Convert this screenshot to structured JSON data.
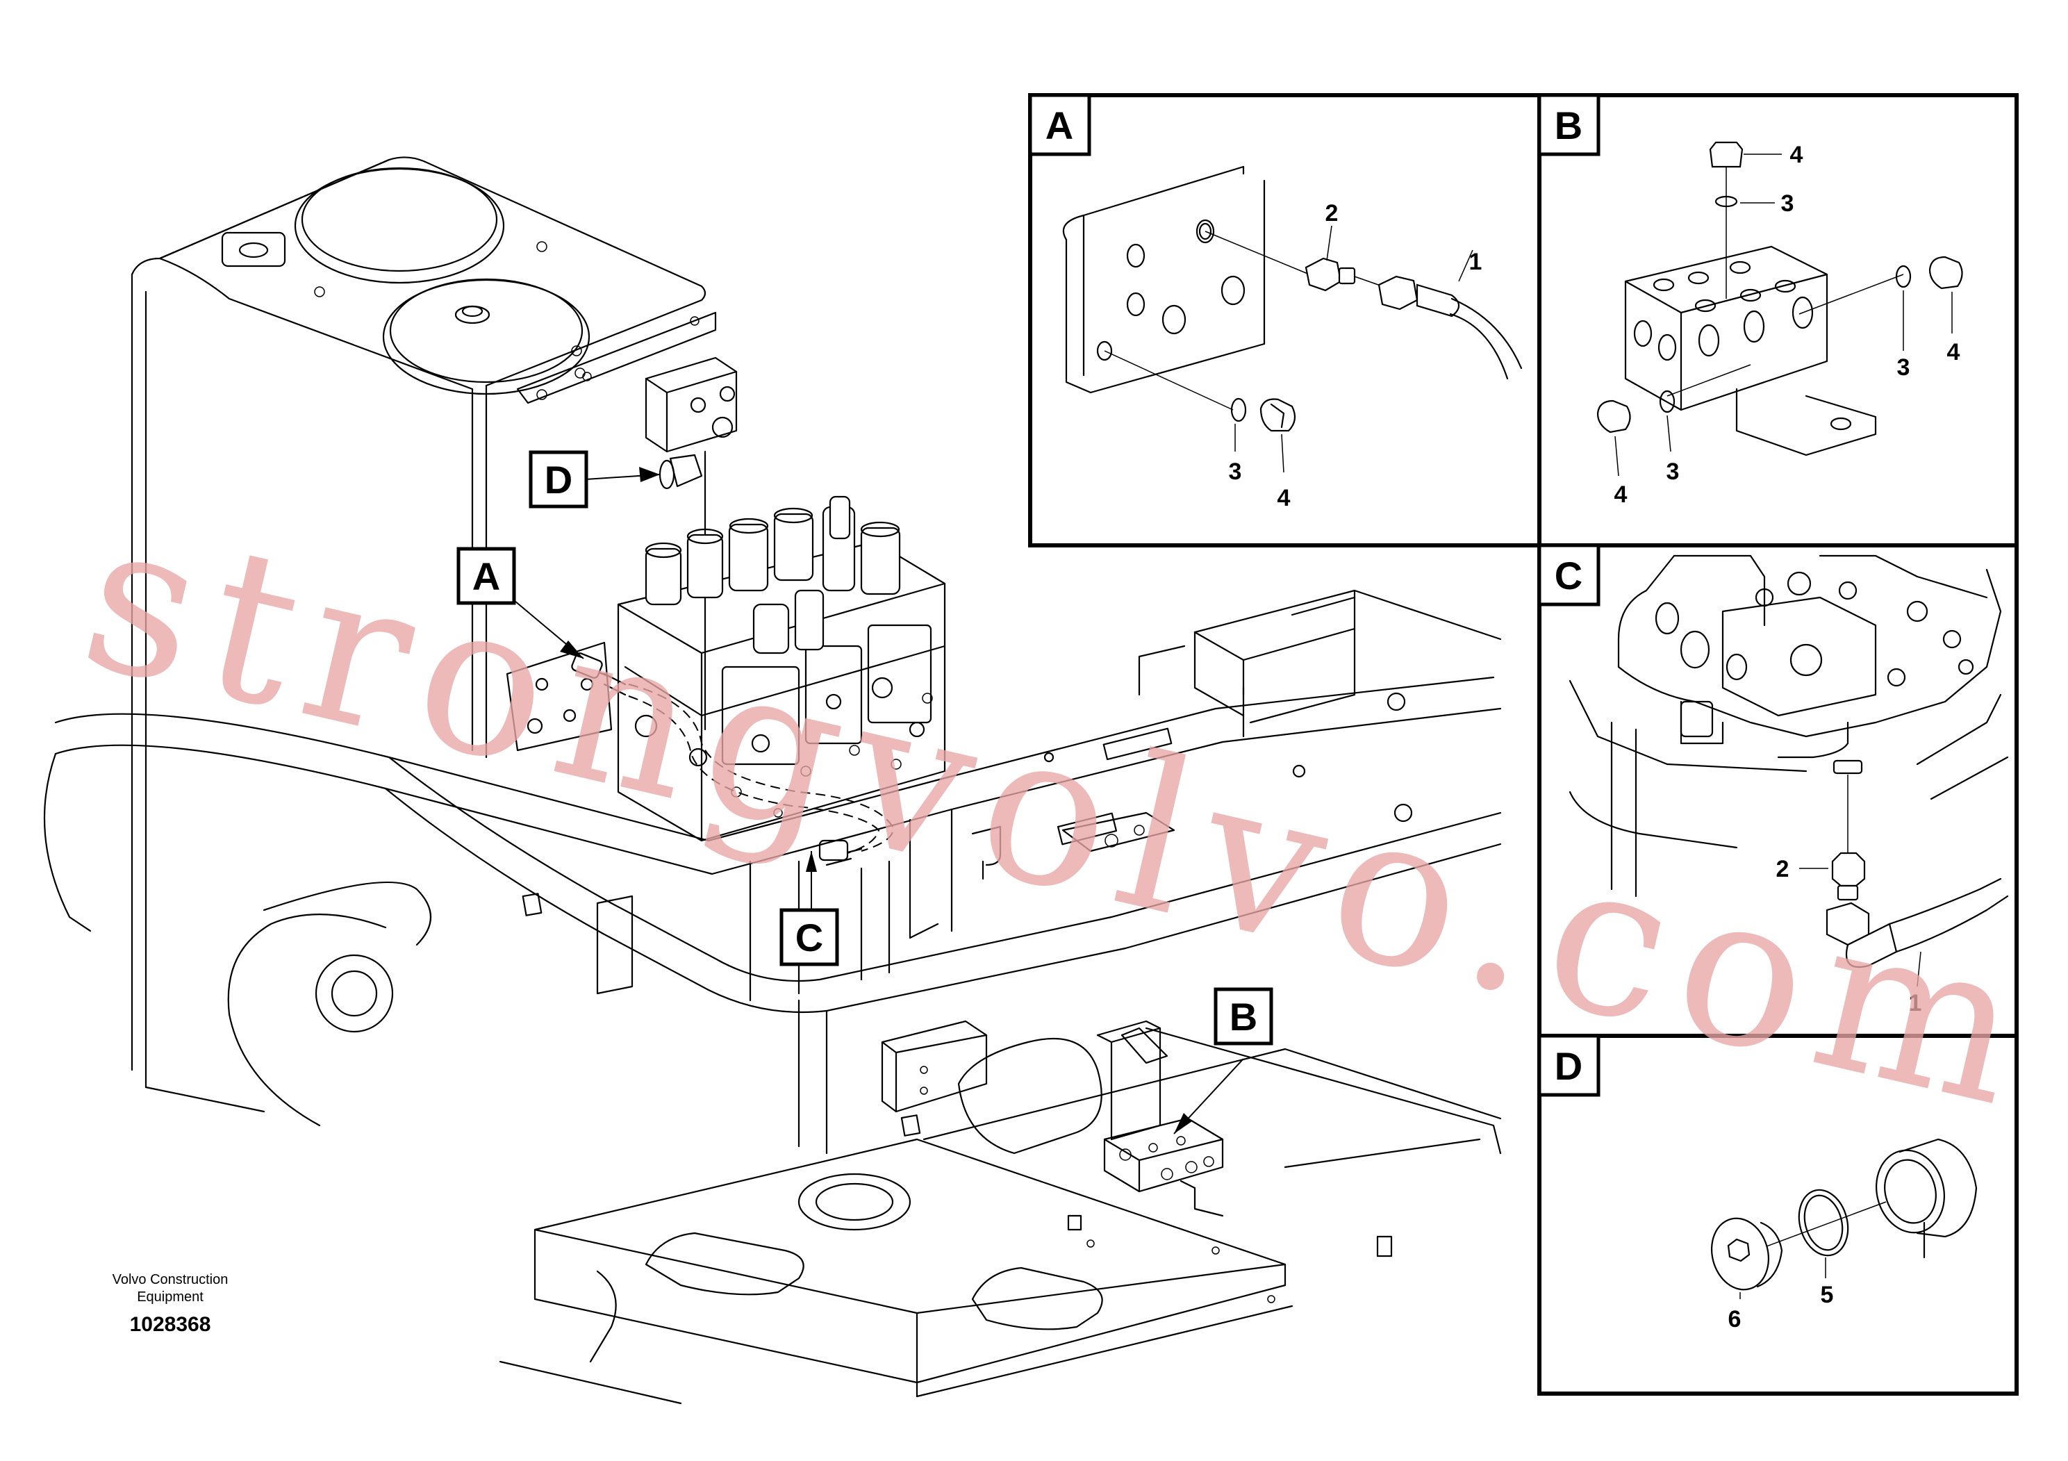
{
  "main_view": {
    "callouts": [
      "A",
      "B",
      "C",
      "D"
    ]
  },
  "detail_panels": [
    {
      "letter": "A",
      "labels": [
        "1",
        "2",
        "3",
        "4"
      ]
    },
    {
      "letter": "B",
      "labels": [
        "4",
        "3",
        "3",
        "4",
        "4",
        "3"
      ]
    },
    {
      "letter": "C",
      "labels": [
        "2",
        "1"
      ]
    },
    {
      "letter": "D",
      "labels": [
        "5",
        "6"
      ]
    }
  ],
  "caption": {
    "line1": "Volvo Construction",
    "line2": "Equipment",
    "number": "1028368"
  },
  "watermark": "strongvolvo.com"
}
